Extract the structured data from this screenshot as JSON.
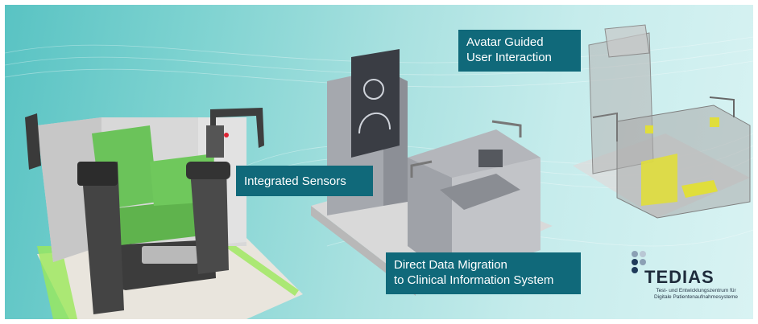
{
  "labels": {
    "avatar": [
      "Avatar Guided",
      "User Interaction"
    ],
    "sensors": "Integrated Sensors",
    "migration": [
      "Direct Data Migration",
      "to Clinical Information System"
    ]
  },
  "logo": {
    "name": "TEDIAS",
    "tagline": [
      "Test- und Entwicklungszentrum für",
      "Digitale Patientenaufnahmesysteme"
    ]
  },
  "colors": {
    "label_bg": "#10697a",
    "label_text": "#ffffff",
    "seat_green": "#6bc35a",
    "floor_light_green": "#9be85a",
    "background": "#8fd8d6",
    "yellow_parts": "#e0de3c"
  }
}
